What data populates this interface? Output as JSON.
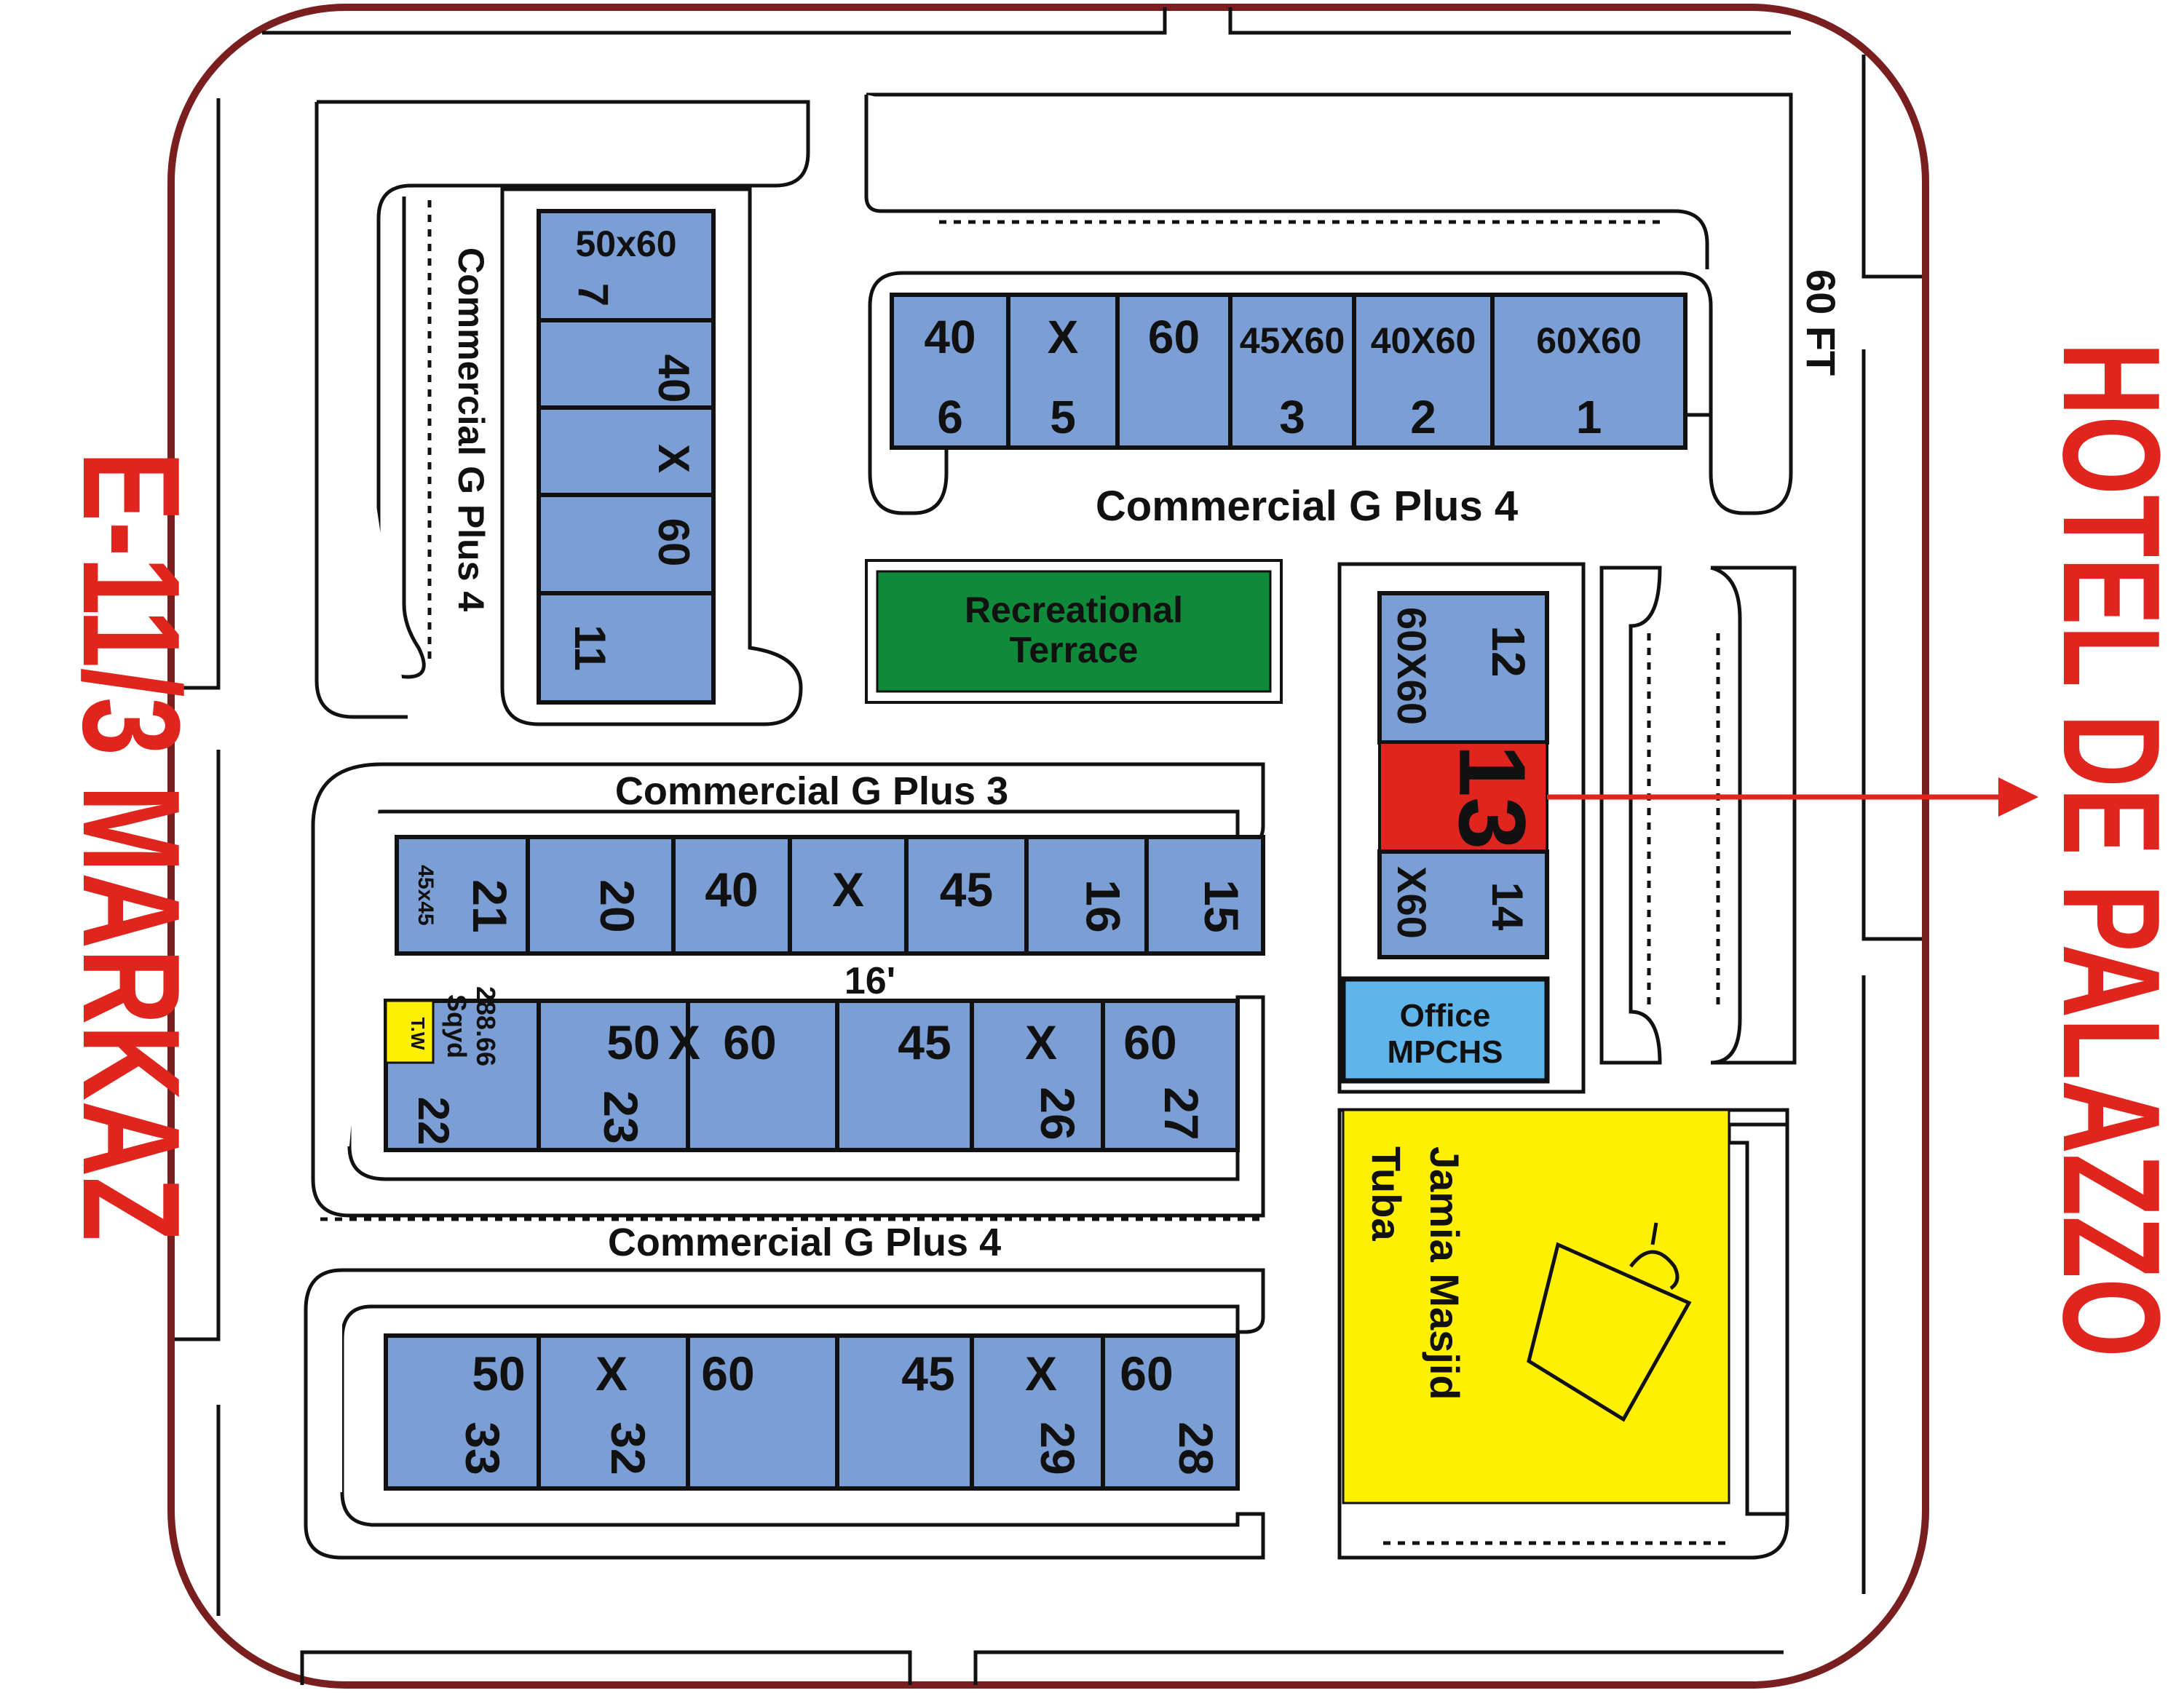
{
  "titles": {
    "left": "E-11/3 MARKAZ",
    "right": "HOTEL DE PALAZZO",
    "road": "60 FT"
  },
  "blocks": {
    "commercial_g4_top": "Commercial G Plus 4",
    "commercial_g4_left": "Commercial G Plus 4",
    "commercial_g3": "Commercial G Plus 3",
    "commercial_g4_bottom": "Commercial G Plus 4",
    "recreational": "Recreational\nTerrace",
    "office": "Office\nMPCHS",
    "masjid": "Jamia Masjid\nTuba",
    "gap": "16'"
  },
  "plots": {
    "top_row": {
      "cells": [
        "40",
        "X",
        "60",
        "45X60",
        "40X60",
        "60X60"
      ],
      "numbers": [
        "6",
        "5",
        "",
        "3",
        "2",
        "1"
      ]
    },
    "left_column": {
      "size_label": "50x60",
      "numbers": [
        "7",
        "40",
        "X",
        "60",
        "11"
      ]
    },
    "right_column": {
      "numbers": [
        "12",
        "13",
        "14"
      ],
      "sizes": [
        "60X60",
        "X60"
      ]
    },
    "row_g3_top": {
      "cells": [
        "21",
        "20",
        "40",
        "X",
        "45",
        "16",
        "15"
      ],
      "small_label": "45x45"
    },
    "row_g3_bottom": {
      "numbers": [
        "22",
        "23",
        "",
        "",
        "26",
        "27"
      ],
      "sizes": [
        "50",
        "X",
        "60",
        "45",
        "X",
        "60"
      ],
      "area_label": "288.66\nSqyd",
      "tw": "T.W"
    },
    "row_g4_bottom": {
      "numbers": [
        "33",
        "32",
        "",
        "",
        "29",
        "28"
      ],
      "sizes": [
        "50",
        "X",
        "60",
        "45",
        "X",
        "60"
      ]
    }
  },
  "colors": {
    "plot": "#7b9ed4",
    "highlight": "#e0251f",
    "green": "#0f8a3a",
    "yellow": "#ffef00",
    "border": "#7a1f1f"
  }
}
